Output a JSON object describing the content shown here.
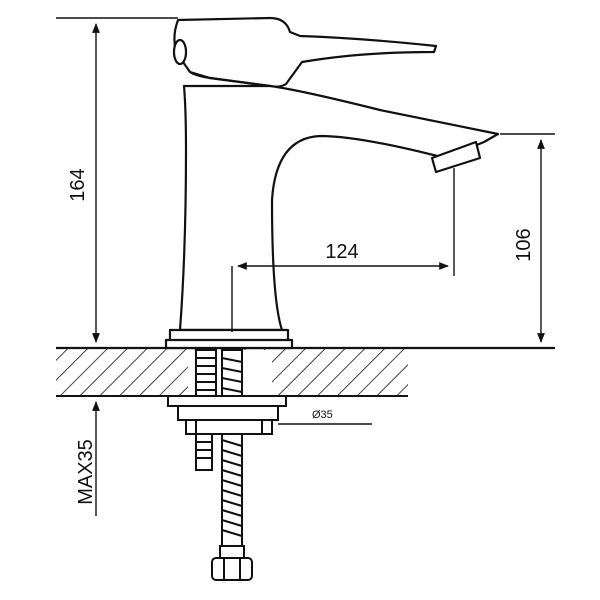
{
  "dimensions": {
    "height_total": "164",
    "spout_height": "106",
    "spout_reach": "124",
    "base_diameter": "Ø35",
    "max_thickness": "MAX35"
  },
  "colors": {
    "line": "#111111",
    "background": "#ffffff"
  }
}
